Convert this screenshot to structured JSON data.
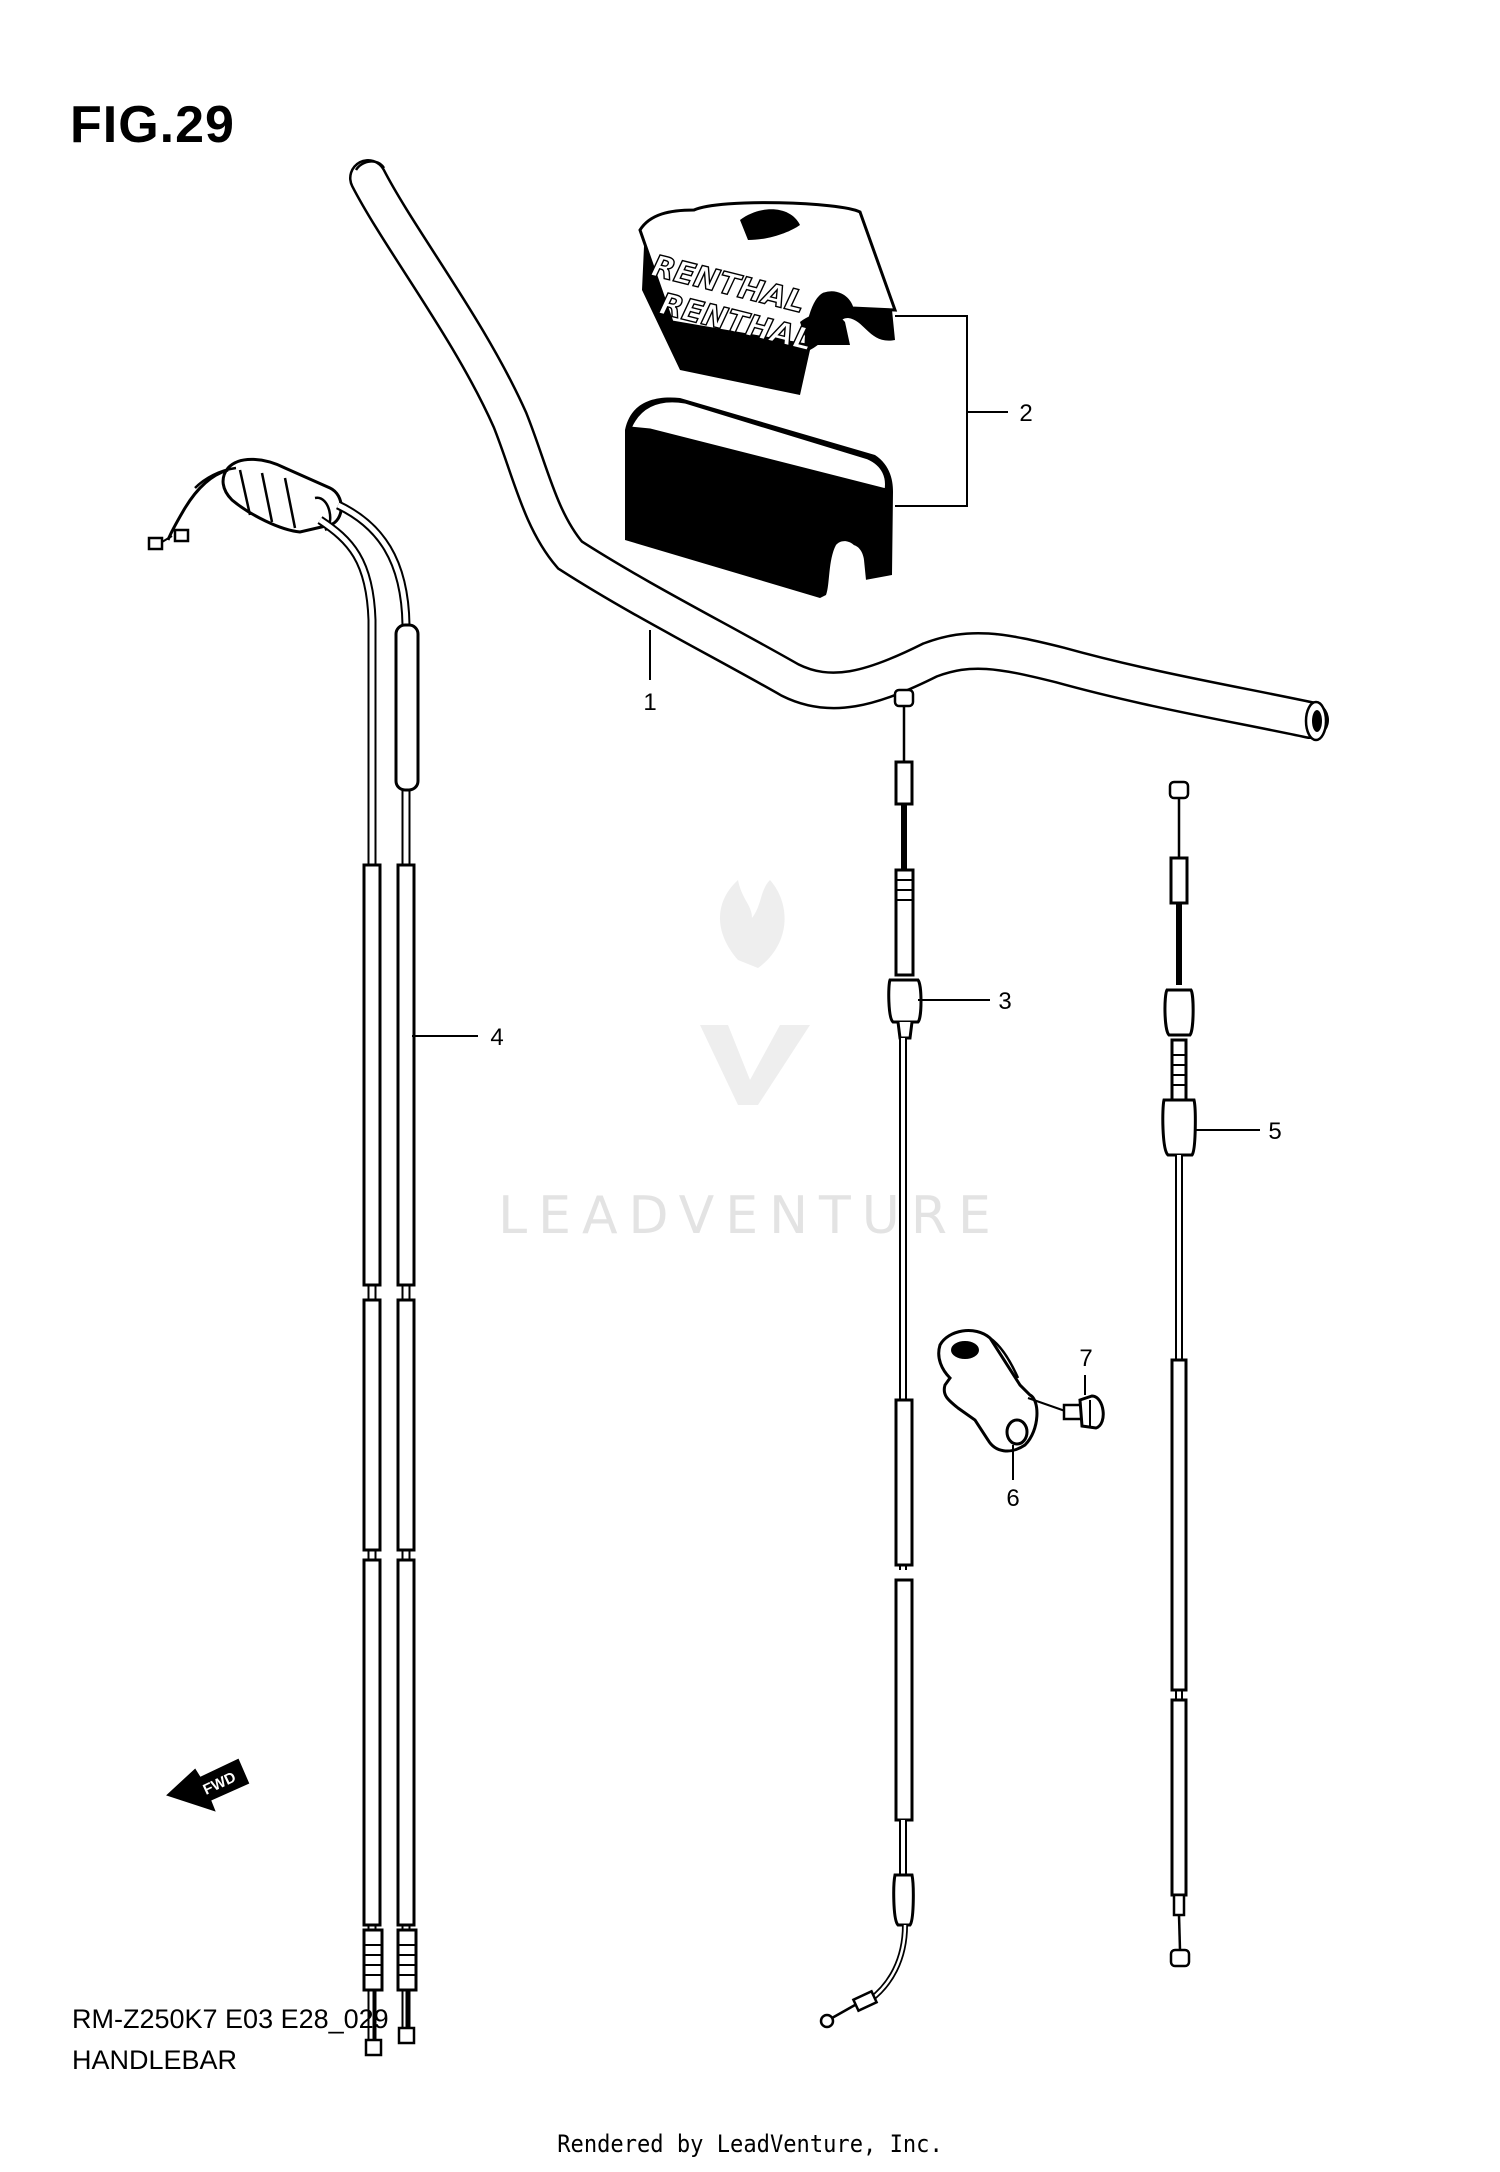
{
  "figure_title": "FIG.29",
  "diagram_code": "RM-Z250K7 E03 E28_029",
  "diagram_name": "HANDLEBAR",
  "footer": "Rendered by LeadVenture, Inc.",
  "watermark": "LEADVENTURE",
  "pad_brand": "RENTHAL",
  "direction_label": "FWD",
  "callouts": [
    {
      "id": "1",
      "part": "handlebar"
    },
    {
      "id": "2",
      "part": "handlebar-pad-set"
    },
    {
      "id": "3",
      "part": "clutch-cable"
    },
    {
      "id": "4",
      "part": "throttle-cable"
    },
    {
      "id": "5",
      "part": "hot-start-cable"
    },
    {
      "id": "6",
      "part": "handlebar-holder"
    },
    {
      "id": "7",
      "part": "bolt"
    }
  ]
}
